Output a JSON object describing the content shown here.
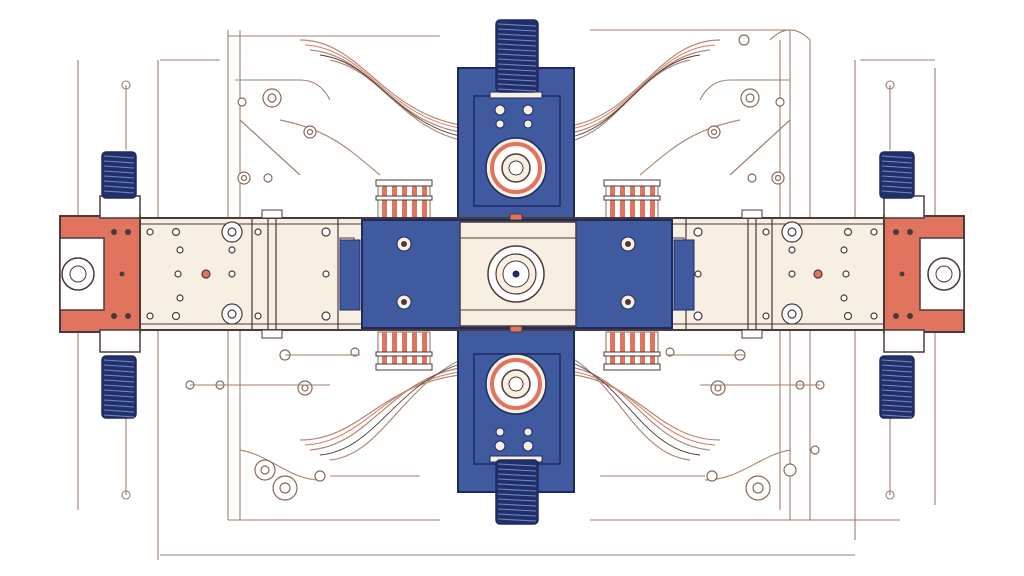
{
  "colors": {
    "background": "#ffffff",
    "line": "#a07e6e",
    "line_dark": "#4a3a3a",
    "blue": "#3f5a9e",
    "blue_dark": "#1f2a60",
    "coral": "#e0745e",
    "cream": "#f7efe2",
    "thread": "#22306a"
  },
  "diagram": {
    "components": [
      {
        "name": "top-lead-screw",
        "icon": "threaded-rod-icon"
      },
      {
        "name": "bottom-lead-screw",
        "icon": "threaded-rod-icon"
      },
      {
        "name": "left-lead-screw-upper",
        "icon": "threaded-rod-icon"
      },
      {
        "name": "left-lead-screw-lower",
        "icon": "threaded-rod-icon"
      },
      {
        "name": "right-lead-screw-upper",
        "icon": "threaded-rod-icon"
      },
      {
        "name": "right-lead-screw-lower",
        "icon": "threaded-rod-icon"
      },
      {
        "name": "vertical-carriage",
        "icon": "carriage-icon"
      },
      {
        "name": "horizontal-rail",
        "icon": "rail-icon"
      },
      {
        "name": "left-end-bracket",
        "icon": "bracket-icon"
      },
      {
        "name": "right-end-bracket",
        "icon": "bracket-icon"
      },
      {
        "name": "center-bearing",
        "icon": "bearing-icon"
      },
      {
        "name": "guide-rod-clusters",
        "icon": "guide-rod-icon"
      }
    ]
  }
}
